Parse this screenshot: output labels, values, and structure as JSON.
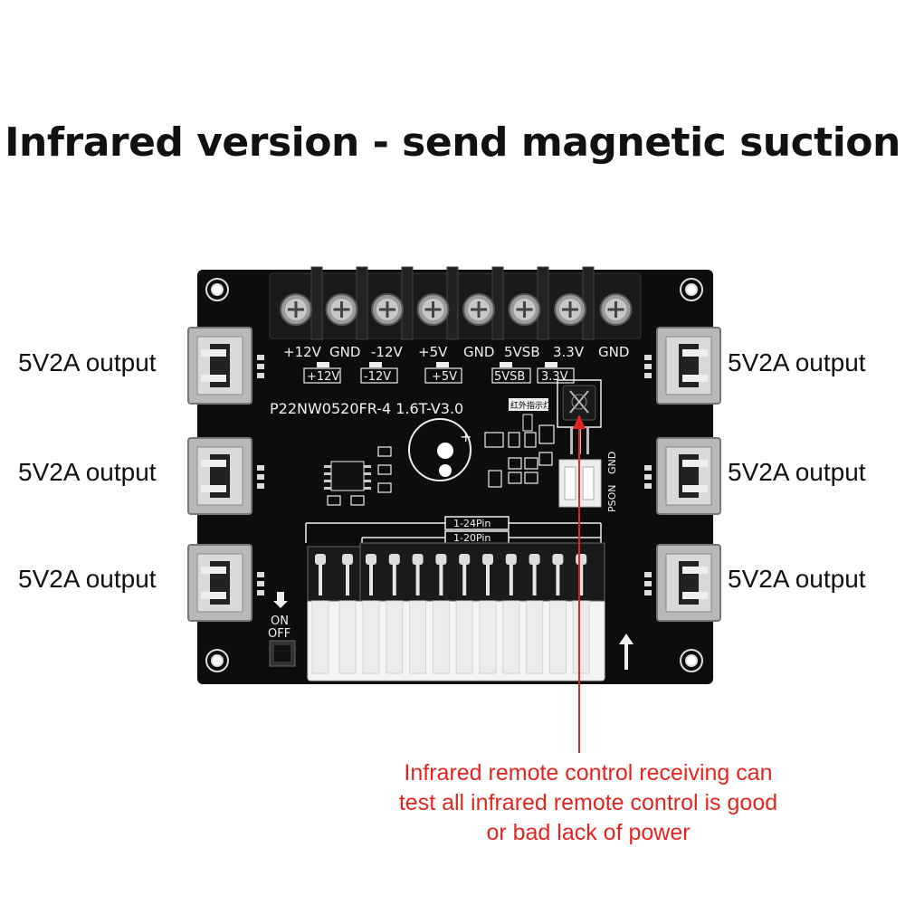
{
  "title": "Infrared version - send magnetic suction",
  "port_labels": {
    "left": [
      "5V2A output",
      "5V2A output",
      "5V2A output"
    ],
    "right": [
      "5V2A output",
      "5V2A output",
      "5V2A output"
    ]
  },
  "board": {
    "terminal_labels": [
      "+12V",
      "GND",
      "-12V",
      "+5V",
      "GND",
      "5VSB",
      "3.3V",
      "GND"
    ],
    "led_labels": [
      "+12V",
      "-12V",
      "+5V",
      "5VSB",
      "3.3V"
    ],
    "model": "P22NW0520FR-4 1.6T-V3.0",
    "ir_indicator_label": "红外指示灯",
    "pin_label_24": "1-24Pin",
    "pin_label_20": "1-20Pin",
    "switch_on": "ON",
    "switch_off": "OFF",
    "pson_label": "PSON",
    "gnd_label": "GND"
  },
  "note_lines": [
    "Infrared remote control receiving can",
    "test all infrared remote control is good",
    "or bad lack of power"
  ],
  "colors": {
    "board": "#0d0d0d",
    "note": "#e0261f",
    "silkscreen": "#f2f2f2"
  }
}
